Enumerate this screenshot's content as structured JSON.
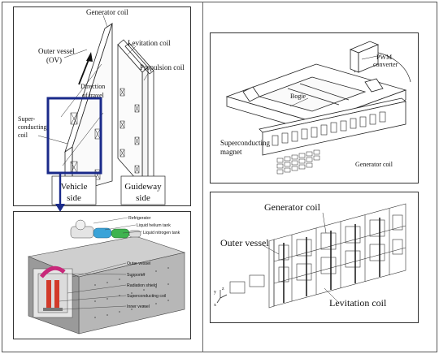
{
  "top_left": {
    "generator_coil": "Generator coil",
    "levitation_coil": "Levitation coil",
    "outer_vessel_1": "Outer vessel",
    "outer_vessel_2": "(OV)",
    "propulsion_coil": "Propulsion coil",
    "direction_1": "Direction",
    "direction_2": "of travel",
    "superconducting_1": "Super-",
    "superconducting_2": "conducting",
    "superconducting_3": "coil",
    "vehicle_side_1": "Vehicle",
    "vehicle_side_2": "side",
    "guideway_side_1": "Guideway",
    "guideway_side_2": "side"
  },
  "bottom_left": {
    "refrigerator": "Refrigerator",
    "liquid_helium_tank": "Liquid helium tank",
    "liquid_nitrogen_tank": "Liquid nitrogen tank",
    "outer_vessel": "Outer vessel",
    "supporter": "Supporter",
    "radiation_shield": "Radiation shield",
    "superconducting_coil": "Superconducting coil",
    "inner_vessel": "Inner vessel"
  },
  "top_right": {
    "pwm_1": "PWM",
    "pwm_2": "converter",
    "bogie": "Bogie",
    "scm_1": "Superconducting",
    "scm_2": "magnet",
    "generator_coil": "Generator coil"
  },
  "bottom_right": {
    "generator_coil": "Generator coil",
    "outer_vessel": "Outer vessel",
    "levitation_coil": "Levitation coil",
    "axis_y": "y",
    "axis_z": "z",
    "axis_x": "x"
  },
  "colors": {
    "highlight_box": "#1a2a8a",
    "arrow": "#1a2a8a",
    "helium_tank": "#3aa3d8",
    "nitrogen_tank": "#3fb34f",
    "supporter_magenta": "#c8287a",
    "coil_red": "#d23a2a"
  }
}
